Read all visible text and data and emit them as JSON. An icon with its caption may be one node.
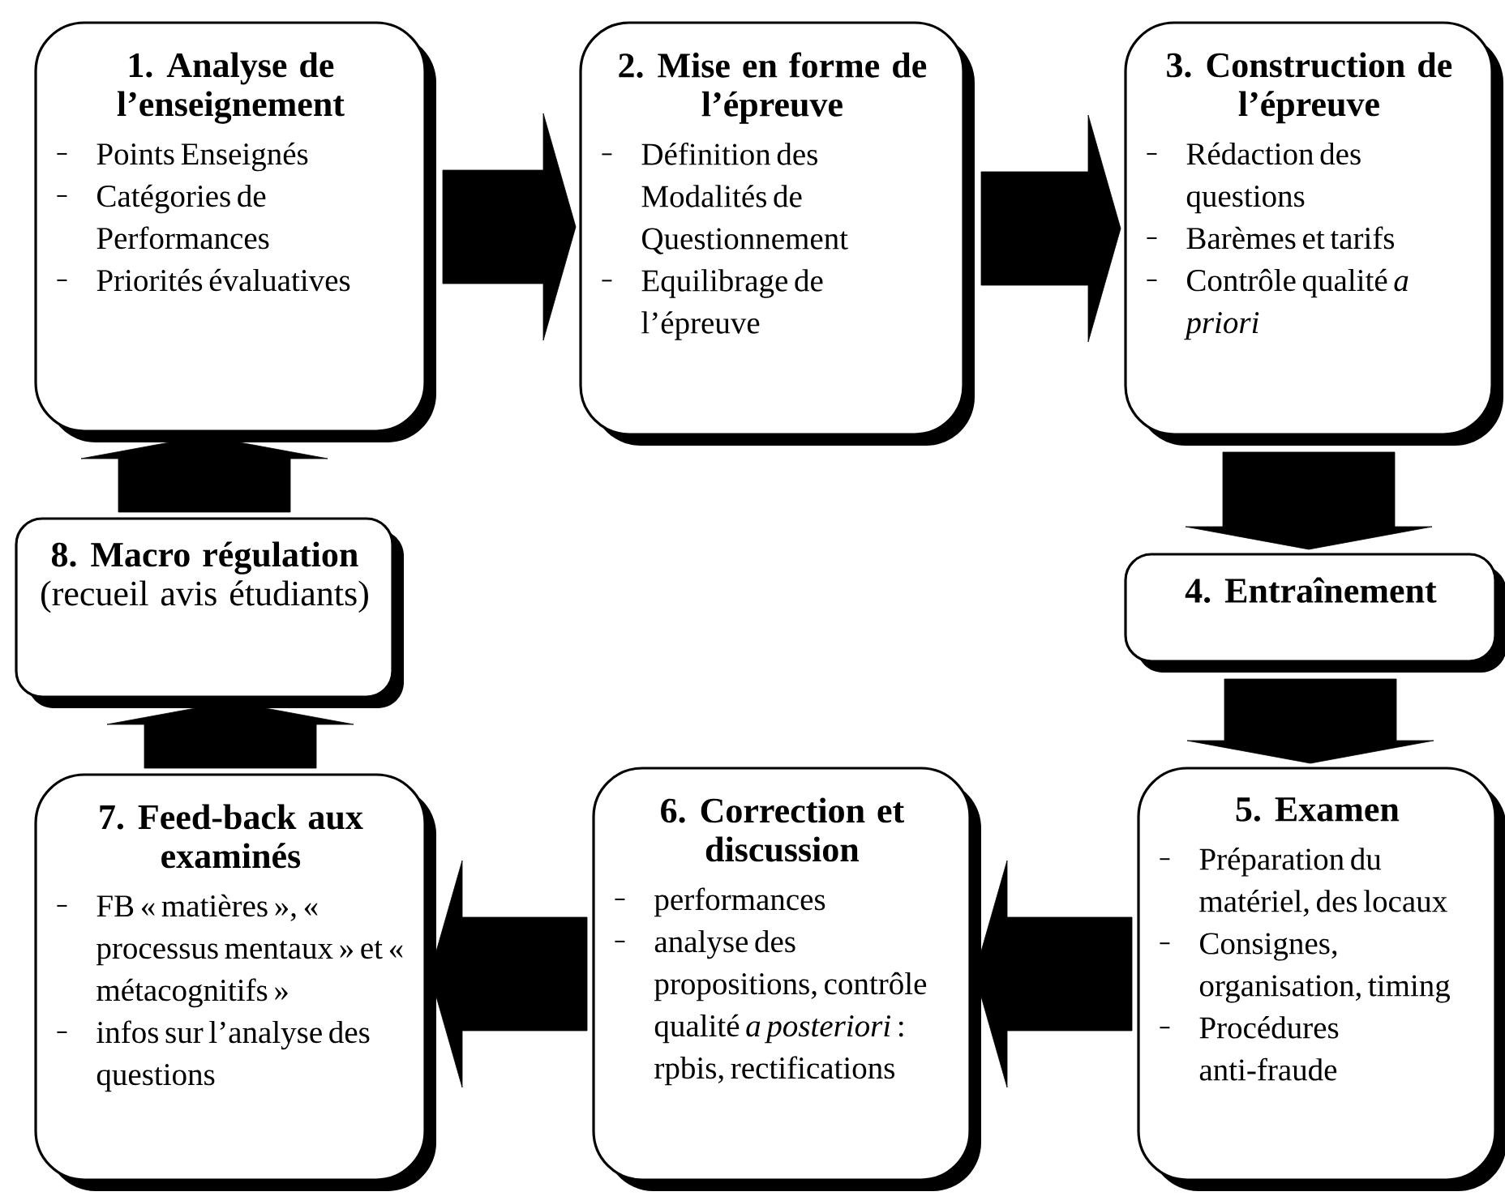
{
  "diagram": {
    "nodes": [
      {
        "text": [
          "1. Analyse de l’enseignement",
          "Points Enseignés",
          "Catégories de Performances",
          "Priorités évaluatives"
        ]
      },
      {
        "text": [
          "2. Mise en forme de l’épreuve",
          "Définition des Modalités de Questionnement",
          "Equilibrage de l’épreuve"
        ]
      },
      {
        "text": [
          "3. Construction de l’épreuve",
          "Rédaction des questions",
          "Barèmes et tarifs",
          "Contrôle qualité *a priori*"
        ]
      },
      {
        "text": [
          "4. Entraînement"
        ]
      },
      {
        "text": [
          "5. Examen",
          "Préparation du matériel, des locaux",
          "Consignes, organisation, timing",
          "Procédures anti-fraude"
        ]
      },
      {
        "text": [
          "6. Correction et discussion",
          "performances",
          "analyse des propositions, contrôle qualité *a posteriori* : rpbis, rectifications"
        ]
      },
      {
        "text": [
          "7. Feed-back aux examinés",
          "FB « matières », « processus mentaux » et « métacognitifs »",
          "infos sur l’analyse des questions"
        ]
      },
      {
        "text": [
          "**8. Macro régulation** (recueil avis étudiants)"
        ]
      }
    ],
    "edges": [
      {
        "from": 0,
        "to": 1,
        "arrow": "to"
      },
      {
        "from": 1,
        "to": 2,
        "arrow": "to"
      },
      {
        "from": 2,
        "to": 3,
        "arrow": "to"
      },
      {
        "from": 3,
        "to": 4,
        "arrow": "to"
      },
      {
        "from": 4,
        "to": 5,
        "arrow": "to"
      },
      {
        "from": 5,
        "to": 6,
        "arrow": "to"
      },
      {
        "from": 6,
        "to": 7,
        "arrow": "to"
      },
      {
        "from": 7,
        "to": 0,
        "arrow": "to"
      }
    ]
  }
}
